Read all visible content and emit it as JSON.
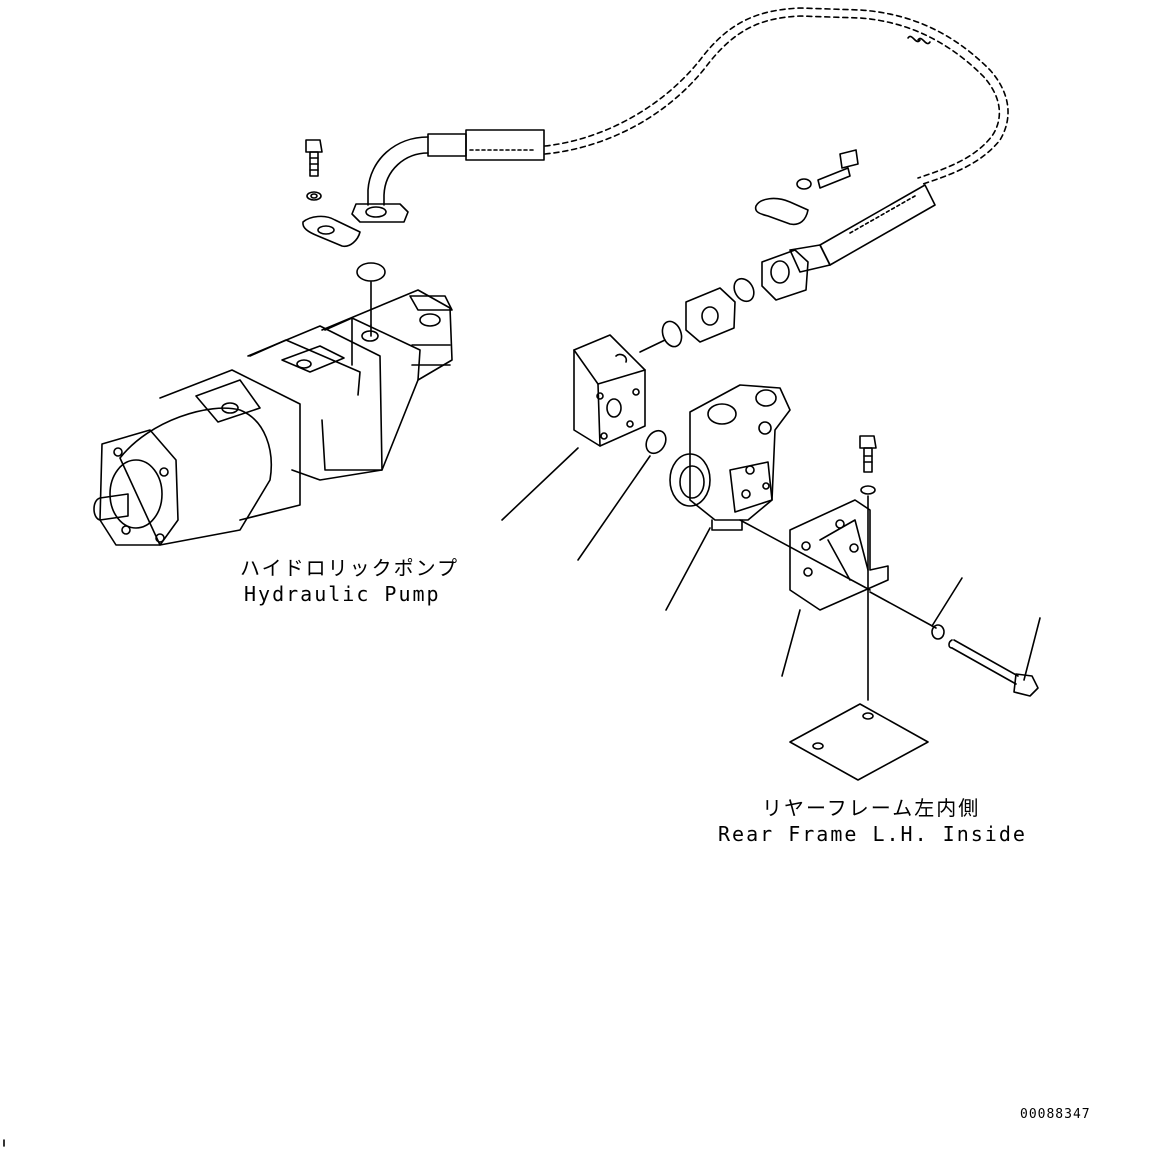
{
  "labels": {
    "pump_jp": "ハイドロリックポンプ",
    "pump_en": "Hydraulic Pump",
    "frame_jp": "リヤーフレーム左内側",
    "frame_en": "Rear Frame L.H. Inside"
  },
  "document_number": "00088347",
  "colors": {
    "line": "#000000",
    "background": "#ffffff"
  }
}
